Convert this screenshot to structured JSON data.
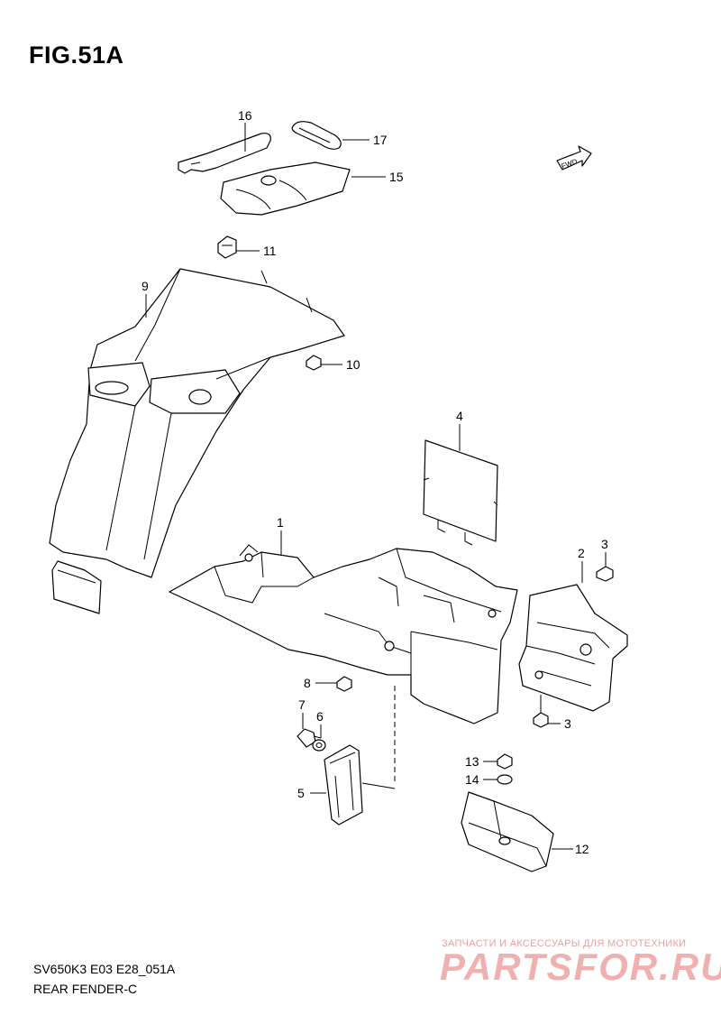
{
  "figure": {
    "title": "FIG.51A",
    "model_code": "SV650K3 E03 E28_051A",
    "section_name": "REAR FENDER-C",
    "fwd_label": "FWD"
  },
  "callouts": {
    "c1": "1",
    "c2": "2",
    "c3a": "3",
    "c3b": "3",
    "c4": "4",
    "c5": "5",
    "c6": "6",
    "c7": "7",
    "c8": "8",
    "c9": "9",
    "c10": "10",
    "c11": "11",
    "c12": "12",
    "c13": "13",
    "c14": "14",
    "c15": "15",
    "c16": "16",
    "c17": "17"
  },
  "watermark": {
    "tagline": "ЗАПЧАСТИ И АКСЕССУАРЫ ДЛЯ МОТОТЕХНИКИ",
    "brand": "PARTSFOR.RU"
  }
}
